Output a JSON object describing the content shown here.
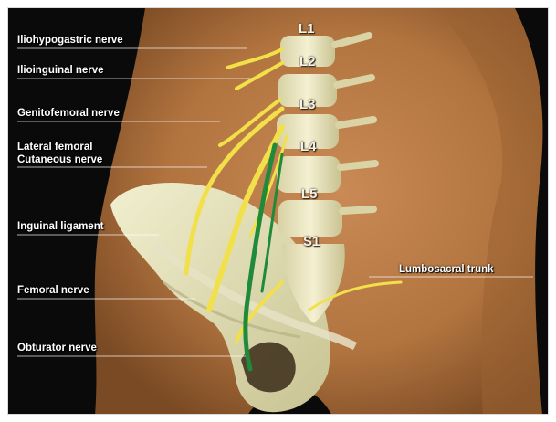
{
  "labels": {
    "iliohypogastric": "Iliohypogastric nerve",
    "ilioinguinal": "Ilioinguinal nerve",
    "genitofemoral": "Genitofemoral nerve",
    "lateral_femoral_line1": "Lateral femoral",
    "lateral_femoral_line2": "Cutaneous nerve",
    "inguinal_ligament": "Inguinal ligament",
    "femoral": "Femoral nerve",
    "obturator": "Obturator nerve",
    "lumbosacral_trunk": "Lumbosacral trunk"
  },
  "vertebrae": [
    "L1",
    "L2",
    "L3",
    "L4",
    "L5",
    "S1"
  ],
  "colors": {
    "background": "#0a0a0a",
    "skin": "#b97a4a",
    "bone": "#e4e0b4",
    "nerve_yellow": "#f2e04a",
    "nerve_green": "#1f8a3a",
    "label_text": "#ffffff"
  }
}
